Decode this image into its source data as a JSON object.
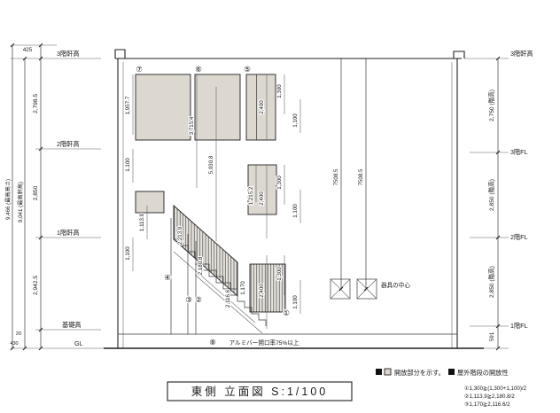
{
  "drawing": {
    "title": "東側 立面図 S:1/100",
    "left": {
      "dim_425": "425",
      "dim_total_height": "9,466 (最高高さ)",
      "dim_eave_height": "9,041 (最高軒高)",
      "dim_3f": "2,798.5",
      "dim_2f": "2,850",
      "dim_1f": "2,942.5",
      "dim_20": "20",
      "dim_430": "430",
      "label_3f_eave": "3階軒高",
      "label_2f_eave": "2階軒高",
      "label_1f_eave": "1階軒高",
      "label_foundation": "基礎高",
      "label_gl": "GL"
    },
    "right": {
      "label_3f_eave": "3階軒高",
      "label_3fl": "3階FL",
      "label_2fl": "2階FL",
      "label_1fl": "1階FL",
      "dim_3f": "2,750 (階高)",
      "dim_2f": "2,850 (階高)",
      "dim_1f": "2,850 (階高)",
      "dim_591": "591"
    },
    "interior": {
      "dim_1957": "1,957.7",
      "dim_1100_upper": "1,100",
      "dim_1113": "1,113.9",
      "dim_1100_lower": "1,100",
      "dim_3715": "3,715.4",
      "dim_5030": "5,030.8",
      "dim_1215": "1,215.2",
      "floor3": {
        "h1": "1,300",
        "h2": "2,400",
        "h3": "1,100"
      },
      "floor2": {
        "h1": "1,300",
        "h2": "2,400",
        "h3": "1,100"
      },
      "floor1": {
        "h1": "1,300",
        "h2": "2,400",
        "h3": "1,100"
      },
      "dim_7508_a": "7508.5",
      "dim_7508_b": "7508.5",
      "stair": {
        "dim_2213": "2,213.9",
        "dim_2180": "2,180.8",
        "dim_2116": "2,116.6",
        "dim_1170": "1,170"
      }
    },
    "markers": {
      "m1": "①",
      "m2": "②",
      "m3": "③",
      "m4": "④",
      "m5": "⑤",
      "m6": "⑥",
      "m7": "⑦",
      "m8": "⑧"
    },
    "annotations": {
      "aluminum_bar": "アルミバー開口率75%以上",
      "fixture_center": "器具の中心"
    },
    "legend": {
      "open_part": "開放部分を示す。",
      "outdoor_stair": "屋外階段の開放性",
      "notes": [
        "①1,300≧(1,300+1,100)/2",
        "②1,113.9≧2,180.8/2",
        "③1,170≧2,116.6/2"
      ]
    },
    "colors": {
      "shade": "#dcd8d0",
      "line": "#2b2b2b"
    }
  }
}
